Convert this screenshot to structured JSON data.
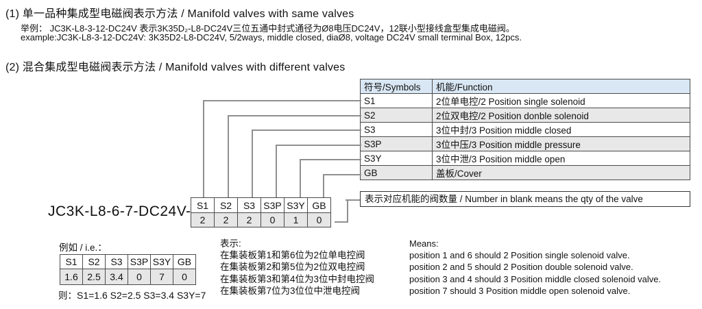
{
  "section1": {
    "title": "(1) 单一品种集成型电磁阀表示方法 / Manifold valves with same valves",
    "example_cn": "举例： JC3K-L8-3-12-DC24V 表示3K35D₂-L8-DC24V三位五通中封式通径为Ø8电压DC24V，12联小型接线盒型集成电磁阀。",
    "example_en": "example:JC3K-L8-3-12-DC24V: 3K35D2-L8-DC24V, 5/2ways, middle closed, diaØ8, voltage DC24V small terminal Box, 12pcs."
  },
  "section2": {
    "title": "(2) 混合集成型电磁阀表示方法 / Manifold valves with different valves",
    "symbol_table": {
      "headers": [
        "符号/Symbols",
        "机能/Function"
      ],
      "rows": [
        {
          "symbol": "S1",
          "function": "2位单电控/2 Position single solenoid"
        },
        {
          "symbol": "S2",
          "function": "2位双电控/2 Position donble solenoid"
        },
        {
          "symbol": "S3",
          "function": "3位中封/3 Position middle closed"
        },
        {
          "symbol": "S3P",
          "function": "3位中压/3 Position middle pressure"
        },
        {
          "symbol": "S3Y",
          "function": "3位中泄/3 Position middle open"
        },
        {
          "symbol": "GB",
          "function": "盖板/Cover"
        }
      ]
    },
    "model_code": "JC3K-L8-6-7-DC24V-",
    "qty_table": {
      "headers": [
        "S1",
        "S2",
        "S3",
        "S3P",
        "S3Y",
        "GB"
      ],
      "values": [
        "2",
        "2",
        "2",
        "0",
        "1",
        "0"
      ]
    },
    "note": "表示对应机能的阀数量 / Number in blank means the qty of the valve",
    "example": {
      "label": "例如 / i.e.：",
      "table": {
        "headers": [
          "S1",
          "S2",
          "S3",
          "S3P",
          "S3Y",
          "GB"
        ],
        "values": [
          "1.6",
          "2.5",
          "3.4",
          "0",
          "7",
          "0"
        ]
      },
      "result_prefix": "则：",
      "result_values": "S1=1.6 S2=2.5 S3=3.4 S3Y=7",
      "meaning_cn": {
        "label": "表示:",
        "lines": [
          "在集装板第1和第6位为2位单电控阀",
          "在集装板第2和第5位为2位双电控阀",
          "在集装板第3和第4位为3位中封电控阀",
          "在集装板第7位为3位位中泄电控阀"
        ]
      },
      "meaning_en": {
        "label": "Means:",
        "lines": [
          "position 1 and 6 should 2 Position single solenoid valve.",
          "position 2 and 5 should 2 Position double solenoid valve.",
          "position 3 and 4 should 3 Position middle closed solenoid valve.",
          "position 7 should 3 Position middle open solenoid valve."
        ]
      }
    }
  },
  "colors": {
    "table_header_blue": "#d9e7f4",
    "row_gray": "#e8e8e8",
    "cell_gray": "#e6e6e6",
    "border_dark": "#4a4a4a",
    "connector_gray": "#8f8f8f"
  }
}
